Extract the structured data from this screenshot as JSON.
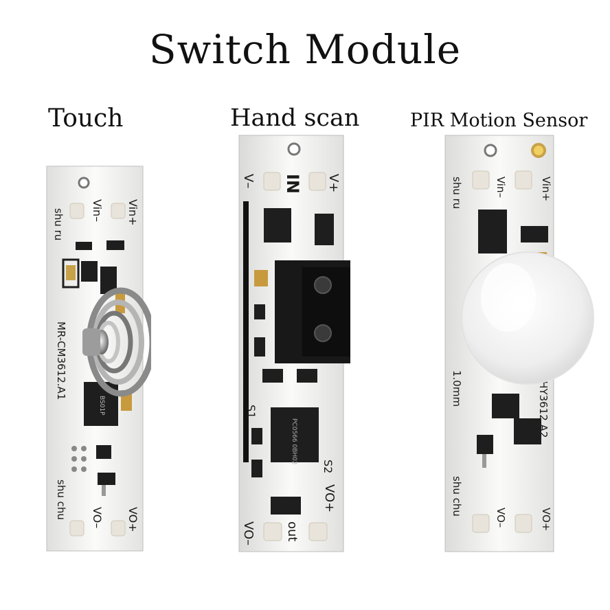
{
  "title": "Switch Module",
  "modules": [
    {
      "label": "Touch",
      "silkscreen": {
        "shu_ru": "shu ru",
        "vin_minus": "Vin–",
        "vin_plus": "Vin+",
        "model": "MR-CM3612.A1",
        "shu_chu": "shu chu",
        "vo_minus": "VO–",
        "vo_plus": "VO+",
        "chip": "BS01P"
      },
      "icon": "spring-contact-icon"
    },
    {
      "label": "Hand scan",
      "silkscreen": {
        "v_minus": "V–",
        "in": "IN",
        "v_plus": "V+",
        "s1": "S1",
        "s2": "S2",
        "vo_plus": "VO+",
        "vo_minus": "VO–",
        "out": "out",
        "chip": "PC0566 0BH02"
      },
      "icon": "ir-sensor-icon"
    },
    {
      "label": "PIR Motion Sensor",
      "silkscreen": {
        "shu_ru": "shu ru",
        "vin_minus": "Vin–",
        "vin_plus": "Vin+",
        "size": "1.0mm",
        "model": "R-HY3612.A2",
        "shu_chu": "shu chu",
        "vo_minus": "VO–",
        "vo_plus": "VO+"
      },
      "icon": "pir-dome-icon"
    }
  ],
  "colors": {
    "pcb": "#f4f4f2",
    "component": "#1e1e1e",
    "copper": "#c8a24a",
    "led": "#e0a25a"
  }
}
